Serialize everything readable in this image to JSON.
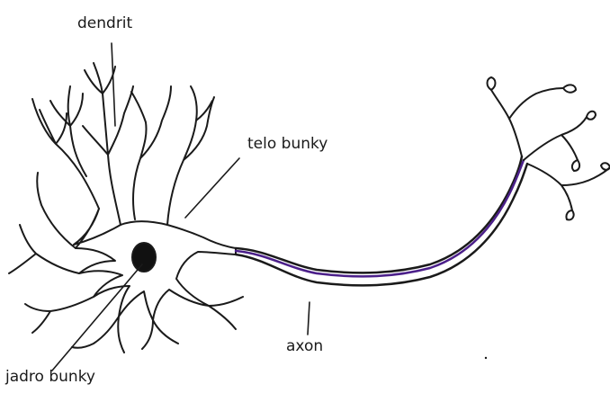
{
  "labels": {
    "dendrite": "dendrit",
    "cell_body": "telo bunky",
    "nucleus": "jadro bunky",
    "axon": "axon"
  },
  "colors": {
    "outline": "#1a1a1a",
    "axon_sheath": "#4b1f8a",
    "nucleus_fill": "#111111",
    "background": "#ffffff"
  }
}
